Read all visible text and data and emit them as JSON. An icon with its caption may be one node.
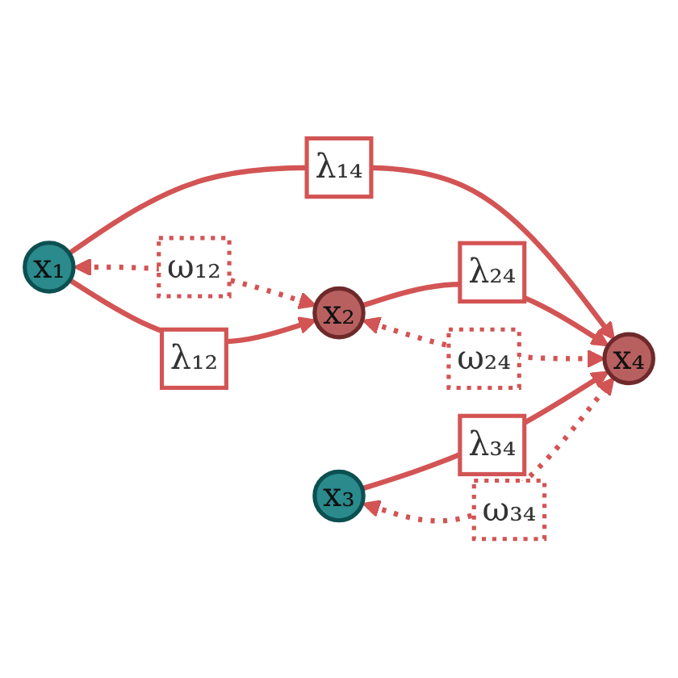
{
  "diagram": {
    "nodes": [
      {
        "text": [
          "x₁"
        ]
      },
      {
        "text": [
          "x₂"
        ]
      },
      {
        "text": [
          "x₃"
        ]
      },
      {
        "text": [
          "x₄"
        ]
      }
    ],
    "edges": [
      {
        "from": 0,
        "to": 1,
        "arrow": "both",
        "style": "dashed",
        "label": "ω₁₂"
      },
      {
        "from": 0,
        "to": 1,
        "arrow": "to",
        "label": "λ₁₂"
      },
      {
        "from": 0,
        "to": 3,
        "arrow": "to",
        "label": "λ₁₄"
      },
      {
        "from": 1,
        "to": 3,
        "arrow": "to",
        "label": "λ₂₄"
      },
      {
        "from": 1,
        "to": 3,
        "arrow": "both",
        "style": "dashed",
        "label": "ω₂₄"
      },
      {
        "from": 2,
        "to": 3,
        "arrow": "to",
        "label": "λ₃₄"
      },
      {
        "from": 2,
        "to": 3,
        "arrow": "both",
        "style": "dashed",
        "label": "ω₃₄"
      }
    ]
  }
}
